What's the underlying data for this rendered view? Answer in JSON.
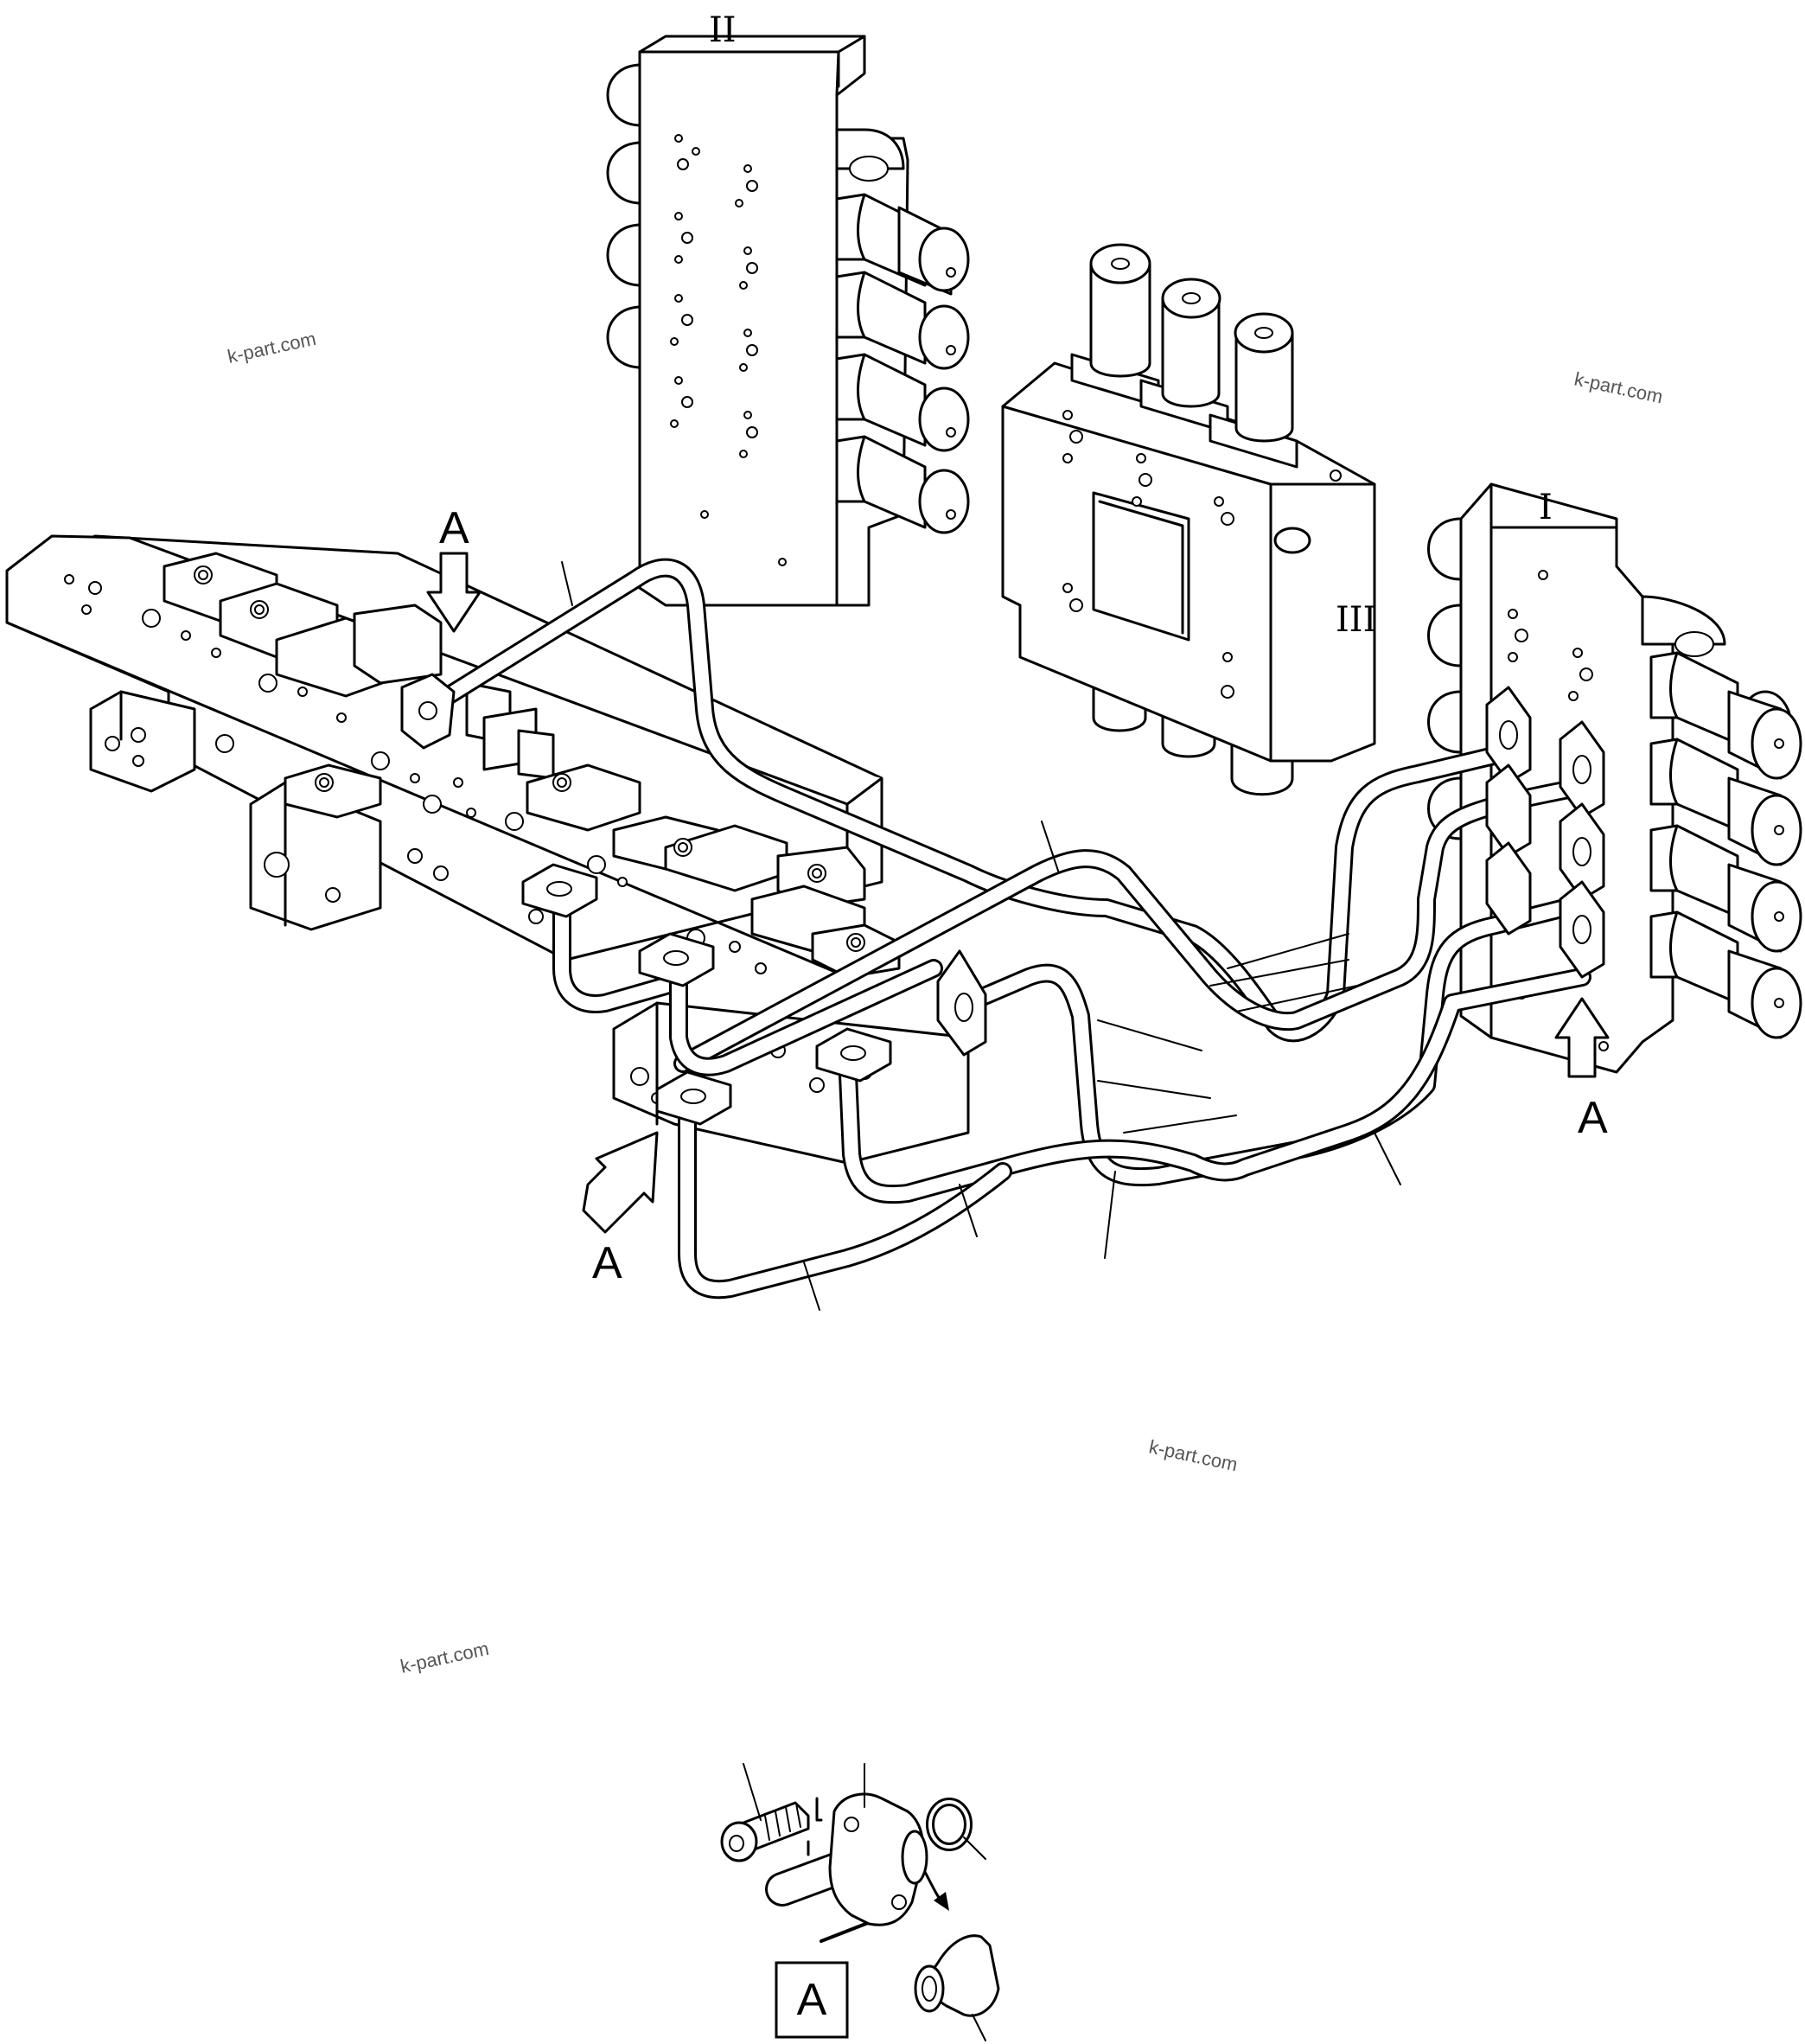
{
  "view_labels": {
    "arrow_top": "A",
    "arrow_right": "A",
    "arrow_bottom_left": "A",
    "detail_box": "A"
  },
  "valve_labels": {
    "upper_left_valve": "II",
    "middle_valve": "III",
    "right_valve": "I"
  },
  "watermarks": [
    "k-part.com",
    "k-part.com",
    "k-part.com",
    "k-part.com"
  ],
  "colors": {
    "line": "#000000",
    "background": "#ffffff",
    "watermark": "#555555"
  }
}
